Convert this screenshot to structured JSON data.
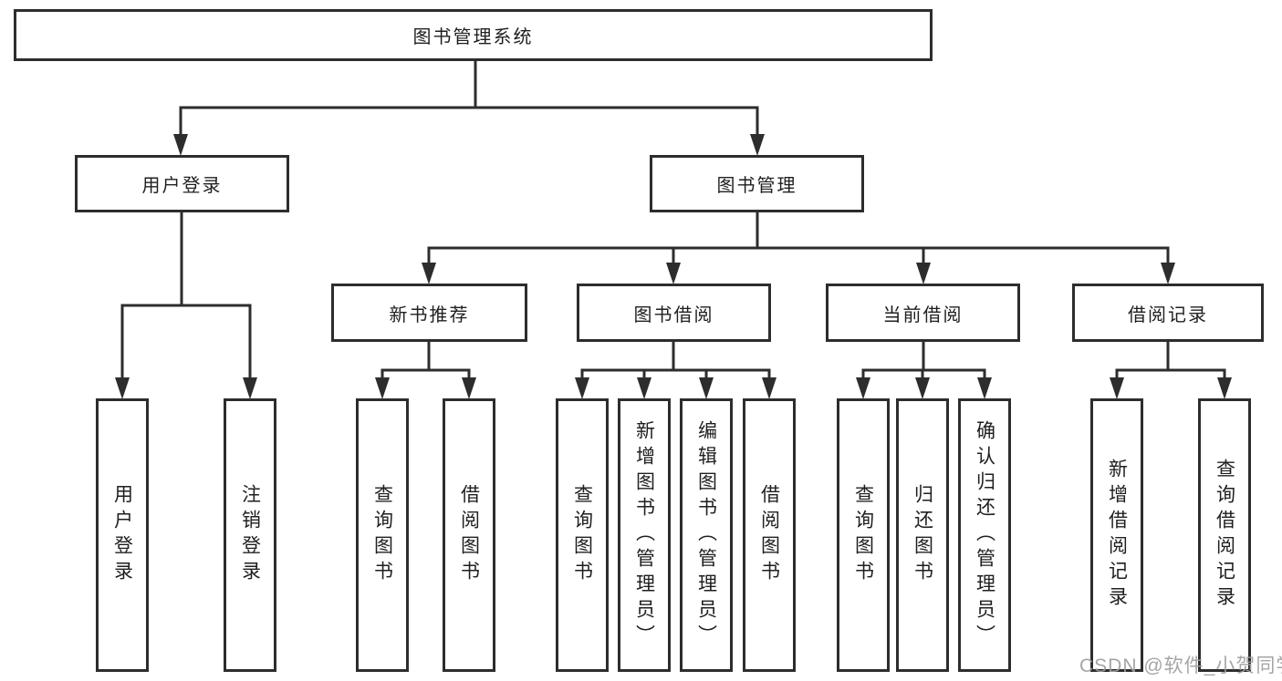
{
  "colors": {
    "line": "#2d2d2d",
    "box_border": "#2d2d2d",
    "background": "#ffffff",
    "watermark": "#9d9d9d"
  },
  "watermark": "CSDN @软件_小贺同学",
  "tree": {
    "title": "图书管理系统",
    "children": [
      {
        "label": "用户登录",
        "children": [
          {
            "label": "用户登录"
          },
          {
            "label": "注销登录"
          }
        ]
      },
      {
        "label": "图书管理",
        "children": [
          {
            "label": "新书推荐",
            "children": [
              {
                "label": "查询图书"
              },
              {
                "label": "借阅图书"
              }
            ]
          },
          {
            "label": "图书借阅",
            "children": [
              {
                "label": "查询图书"
              },
              {
                "label": "新增图书（管理员）"
              },
              {
                "label": "编辑图书（管理员）"
              },
              {
                "label": "借阅图书"
              }
            ]
          },
          {
            "label": "当前借阅",
            "children": [
              {
                "label": "查询图书"
              },
              {
                "label": "归还图书"
              },
              {
                "label": "确认归还（管理员）"
              }
            ]
          },
          {
            "label": "借阅记录",
            "children": [
              {
                "label": "新增借阅记录"
              },
              {
                "label": "查询借阅记录"
              }
            ]
          }
        ]
      }
    ]
  }
}
